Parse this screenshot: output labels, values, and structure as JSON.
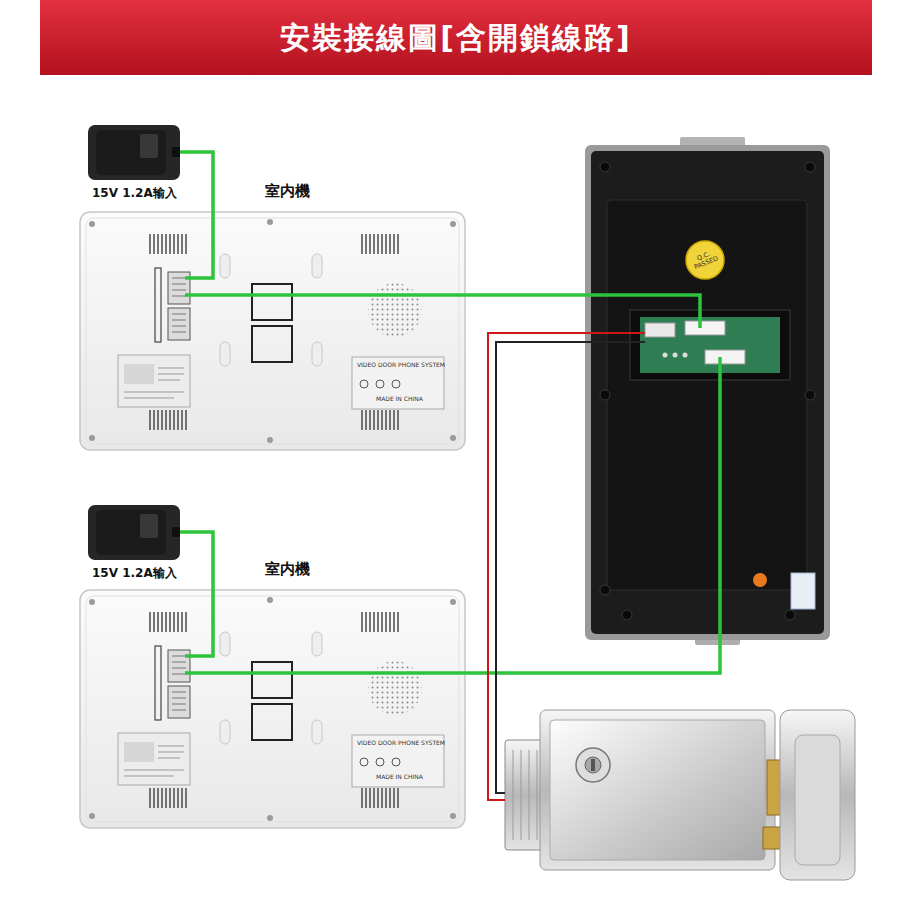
{
  "diagram": {
    "title": "安裝接線圖[含開鎖線路]",
    "nodes": [
      {
        "text": [
          "15V 1.2A输入"
        ]
      },
      {
        "text": [
          "室内機",
          "VIDEO DOOR PHONE SYSTEM",
          "MADE IN CHINA"
        ]
      },
      {
        "text": [
          "15V 1.2A输入"
        ]
      },
      {
        "text": [
          "室内機",
          "VIDEO DOOR PHONE SYSTEM",
          "MADE IN CHINA"
        ]
      },
      {
        "text": [
          "Q.C. PASSED"
        ]
      },
      {
        "text": []
      }
    ],
    "edges": [
      {
        "from": 0,
        "to": 1,
        "arrow": "none"
      },
      {
        "from": 1,
        "to": 4,
        "arrow": "none"
      },
      {
        "from": 2,
        "to": 3,
        "arrow": "none"
      },
      {
        "from": 3,
        "to": 4,
        "arrow": "none"
      },
      {
        "from": 4,
        "to": 5,
        "arrow": "none"
      },
      {
        "from": 4,
        "to": 5,
        "arrow": "none"
      }
    ]
  }
}
